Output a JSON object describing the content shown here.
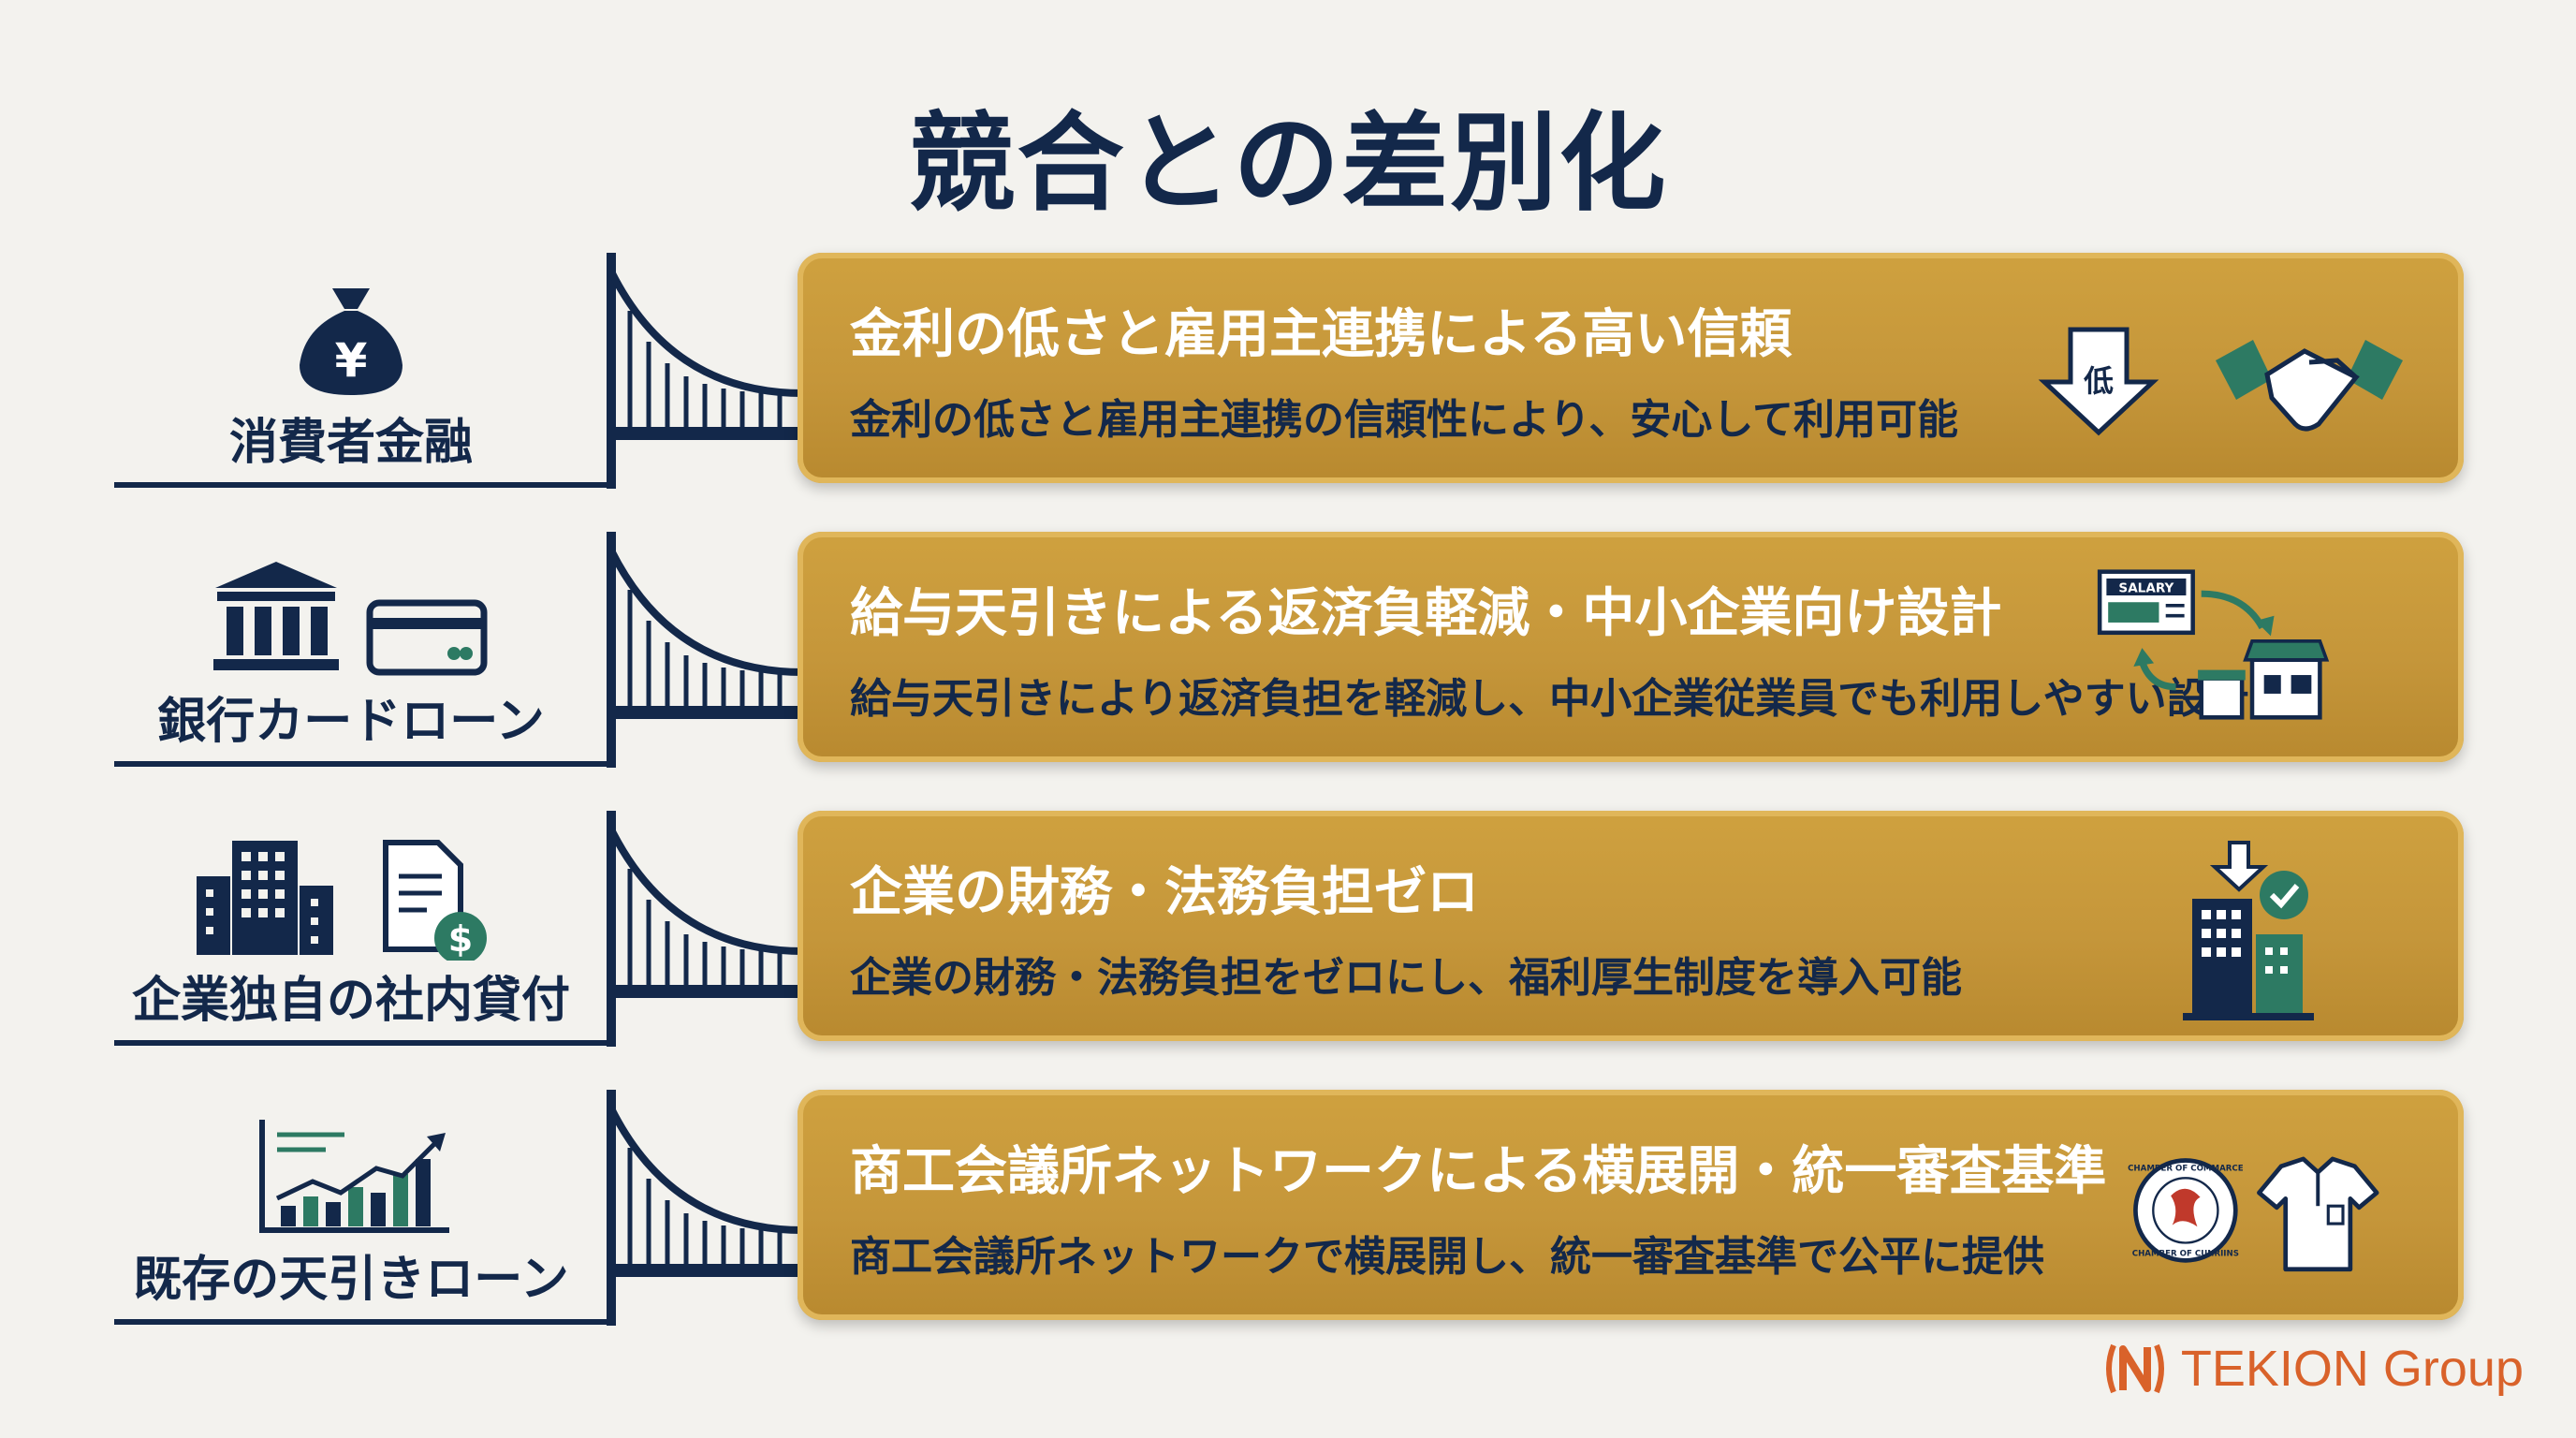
{
  "title": "競合との差別化",
  "rows": [
    {
      "left_label": "消費者金融",
      "card_title": "金利の低さと雇用主連携による高い信頼",
      "card_sub": "金利の低さと雇用主連携の信頼性により、安心して利用可能",
      "left_icon_text": "¥",
      "arrow_label": "低"
    },
    {
      "left_label": "銀行カードローン",
      "card_title": "給与天引きによる返済負軽減・中小企業向け設計",
      "card_sub": "給与天引きにより返済負担を軽減し、中小企業従業員でも利用しやすい設計",
      "salary_label": "SALARY"
    },
    {
      "left_label": "企業独自の社内貸付",
      "card_title": "企業の財務・法務負担ゼロ",
      "card_sub": "企業の財務・法務負担をゼロにし、福利厚生制度を導入可能",
      "dollar": "$"
    },
    {
      "left_label": "既存の天引きローン",
      "card_title": "商工会議所ネットワークによる横展開・統一審査基準",
      "card_sub": "商工会議所ネットワークで横展開し、統一審査基準で公平に提供",
      "seal_top": "CHAMBER OF COMMARCE",
      "seal_bottom": "CHAMBER OF CUNRIINS"
    }
  ],
  "brand": {
    "name": "TEKION Group",
    "color": "#d9622a"
  },
  "colors": {
    "navy": "#13284a",
    "gold": "#c5963a",
    "green": "#2d7a63"
  }
}
